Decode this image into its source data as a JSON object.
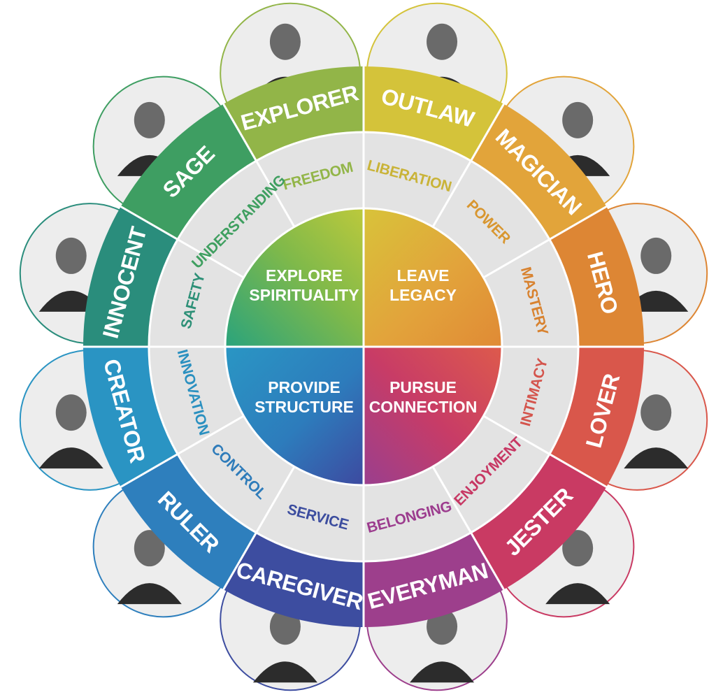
{
  "archetypes": [
    {
      "id": "explorer",
      "label": "EXPLORER",
      "motive": "FREEDOM",
      "color": "#92b548",
      "motive_color": "#92b548",
      "photo_icon": "man-with-cap-photo-icon"
    },
    {
      "id": "outlaw",
      "label": "OUTLAW",
      "motive": "LIBERATION",
      "color": "#d4c33a",
      "motive_color": "#c9b338",
      "photo_icon": "man-with-cowboy-hat-photo-icon"
    },
    {
      "id": "magician",
      "label": "MAGICIAN",
      "motive": "POWER",
      "color": "#e2a43a",
      "motive_color": "#d8962f",
      "photo_icon": "man-with-wand-photo-icon"
    },
    {
      "id": "hero",
      "label": "HERO",
      "motive": "MASTERY",
      "color": "#dd8634",
      "motive_color": "#d8822f",
      "photo_icon": "firefighter-photo-icon"
    },
    {
      "id": "lover",
      "label": "LOVER",
      "motive": "INTIMACY",
      "color": "#d9574b",
      "motive_color": "#d4544c",
      "photo_icon": "woman-on-phone-photo-icon"
    },
    {
      "id": "jester",
      "label": "JESTER",
      "motive": "ENJOYMENT",
      "color": "#c93a63",
      "motive_color": "#c73763",
      "photo_icon": "man-with-glasses-photo-icon"
    },
    {
      "id": "everyman",
      "label": "EVERYMAN",
      "motive": "BELONGING",
      "color": "#9d3f8c",
      "motive_color": "#9c3c8e",
      "photo_icon": "smiling-man-photo-icon"
    },
    {
      "id": "caregiver",
      "label": "CAREGIVER",
      "motive": "SERVICE",
      "color": "#3d4da0",
      "motive_color": "#3c4d9f",
      "photo_icon": "cupped-hands-photo-icon"
    },
    {
      "id": "ruler",
      "label": "RULER",
      "motive": "CONTROL",
      "color": "#2e7fbd",
      "motive_color": "#2f7cba",
      "photo_icon": "man-in-suit-photo-icon"
    },
    {
      "id": "creator",
      "label": "CREATOR",
      "motive": "INNOVATION",
      "color": "#2a94c3",
      "motive_color": "#2a90c0",
      "photo_icon": "abstract-face-collage-photo-icon"
    },
    {
      "id": "innocent",
      "label": "INNOCENT",
      "motive": "SAFETY",
      "color": "#2a8d7c",
      "motive_color": "#2d9077",
      "photo_icon": "woman-with-flower-photo-icon"
    },
    {
      "id": "sage",
      "label": "SAGE",
      "motive": "UNDERSTANDING",
      "color": "#3e9e62",
      "motive_color": "#3f9f60",
      "photo_icon": "old-man-reading-photo-icon"
    }
  ],
  "core": [
    {
      "id": "explore-spirituality",
      "lines": [
        "EXPLORE",
        "SPIRITUALITY"
      ]
    },
    {
      "id": "leave-legacy",
      "lines": [
        "LEAVE",
        "LEGACY"
      ]
    },
    {
      "id": "pursue-connection",
      "lines": [
        "PURSUE",
        "CONNECTION"
      ]
    },
    {
      "id": "provide-structure",
      "lines": [
        "PROVIDE",
        "STRUCTURE"
      ]
    }
  ],
  "colors": {
    "ring_gray": "#e3e3e3",
    "divider": "#ffffff",
    "photo_bg": "#ededed"
  }
}
